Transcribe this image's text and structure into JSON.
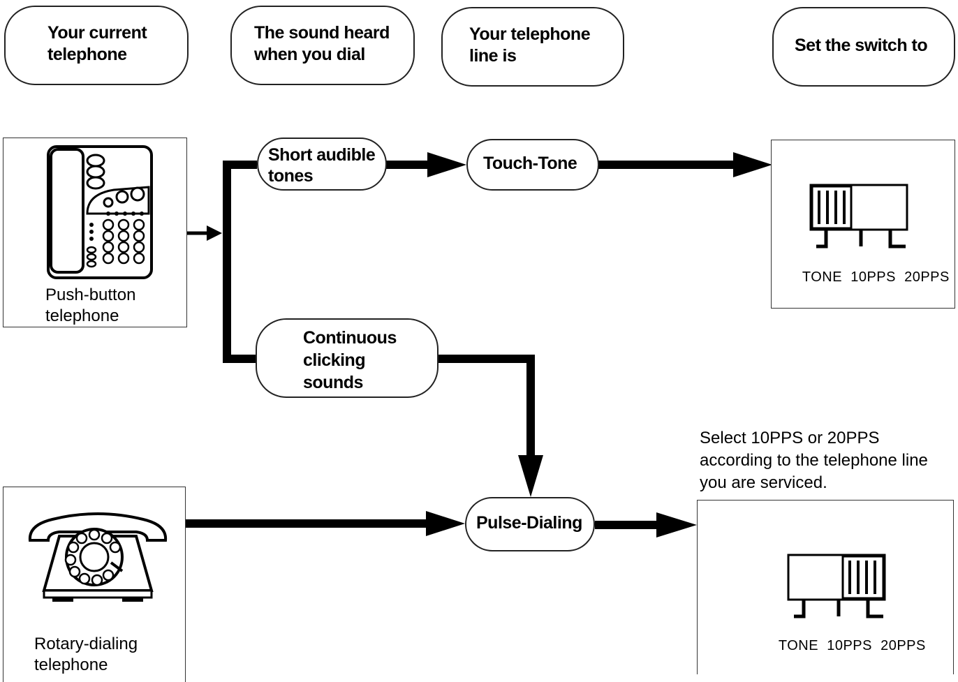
{
  "headers": {
    "current_telephone": [
      "Your current",
      "telephone"
    ],
    "sound_heard": [
      "The sound heard",
      "when you dial"
    ],
    "line_is": [
      "Your telephone",
      "line is"
    ],
    "set_switch": [
      "Set the switch to"
    ]
  },
  "phones": {
    "push_button": [
      "Push-button",
      "telephone"
    ],
    "rotary": [
      "Rotary-dialing",
      "telephone"
    ]
  },
  "sounds": {
    "short_tones": [
      "Short audible",
      "tones"
    ],
    "clicking": [
      "Continuous",
      "clicking",
      "sounds"
    ]
  },
  "lines": {
    "touch_tone": "Touch-Tone",
    "pulse": "Pulse-Dialing"
  },
  "switch": {
    "positions": [
      "TONE",
      "10PPS",
      "20PPS"
    ],
    "top_selected": "TONE",
    "bottom_selected": "20PPS"
  },
  "note": [
    "Select 10PPS or 20PPS",
    "according to the telephone line",
    "you are serviced."
  ]
}
